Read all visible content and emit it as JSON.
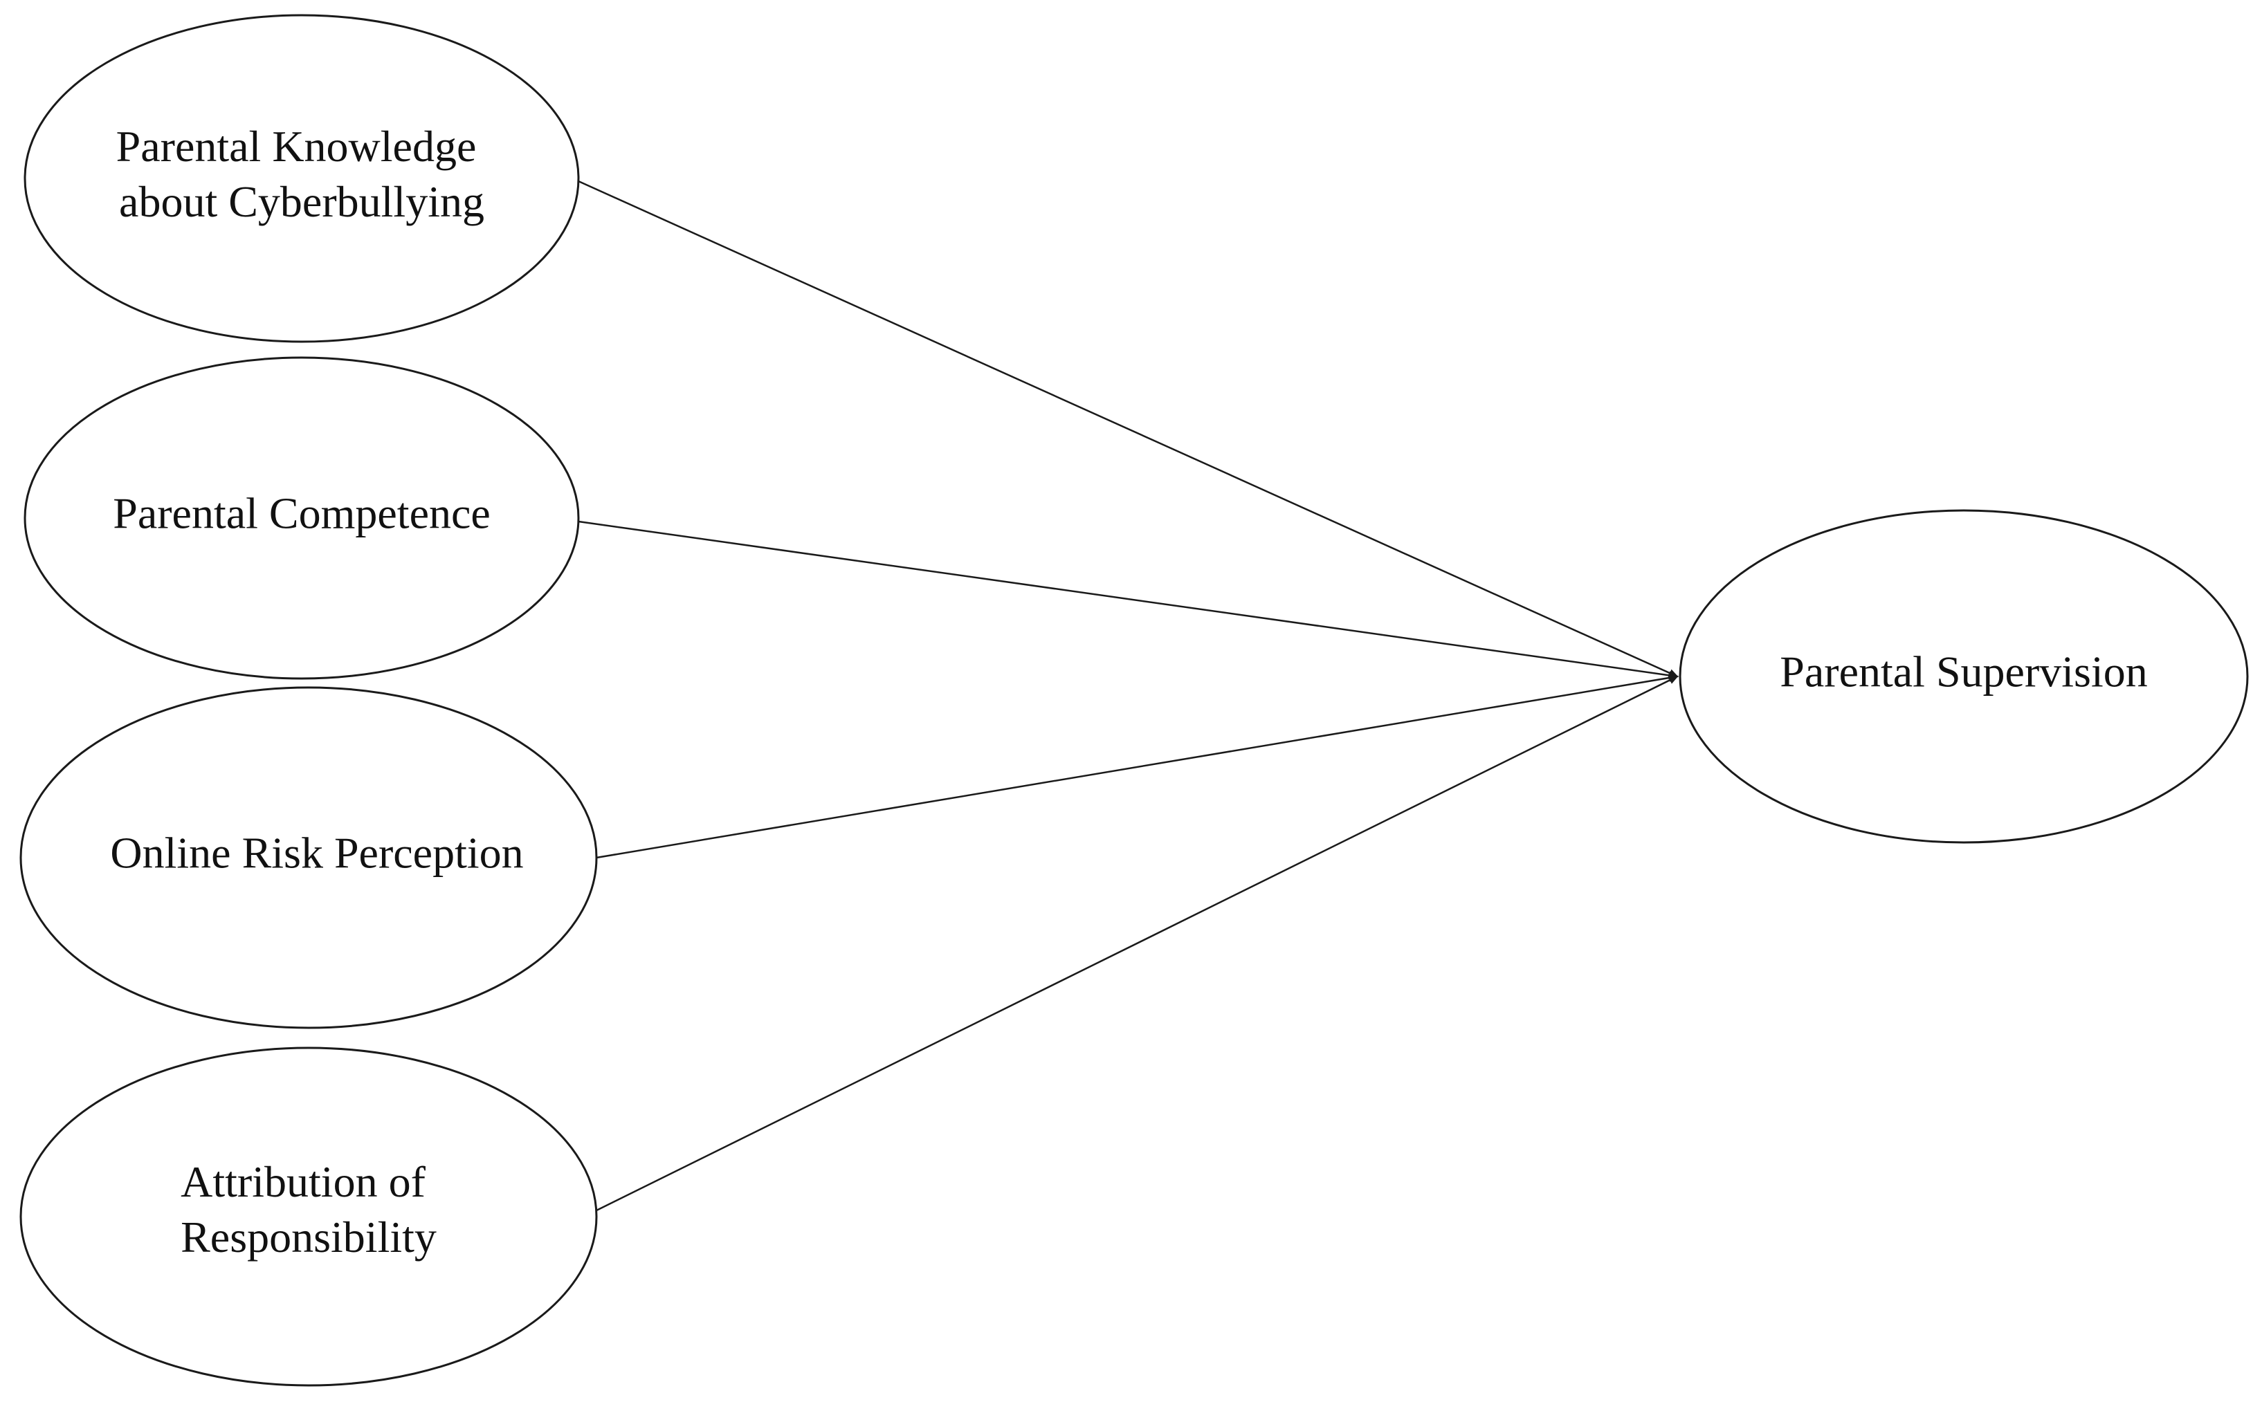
{
  "diagram": {
    "nodes": [
      {
        "id": "knowledge",
        "lines": [
          "Parental Knowledge",
          "about Cyberbullying"
        ]
      },
      {
        "id": "competence",
        "lines": [
          "Parental Competence"
        ]
      },
      {
        "id": "risk",
        "lines": [
          "Online Risk Perception"
        ]
      },
      {
        "id": "attribution",
        "lines": [
          "Attribution of",
          "Responsibility"
        ]
      },
      {
        "id": "supervision",
        "lines": [
          "Parental Supervision"
        ]
      }
    ],
    "edges": [
      {
        "from": "knowledge",
        "to": "supervision"
      },
      {
        "from": "competence",
        "to": "supervision"
      },
      {
        "from": "risk",
        "to": "supervision"
      },
      {
        "from": "attribution",
        "to": "supervision"
      }
    ]
  }
}
